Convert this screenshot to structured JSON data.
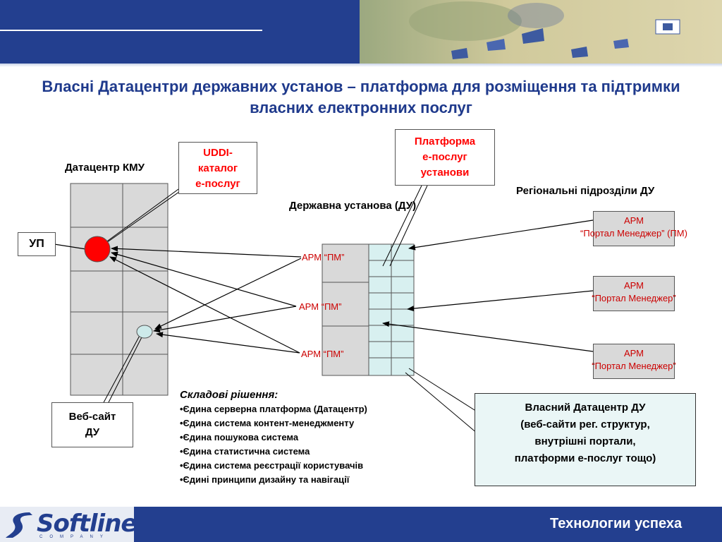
{
  "title": "Власні Датацентри державних установ – платформа для розміщення та підтримки власних електронних послуг",
  "labels": {
    "kmu": "Датацентр КМУ",
    "du": "Державна установа (ДУ)",
    "regional": "Регіональні підрозділи ДУ"
  },
  "boxes": {
    "uddi": [
      "UDDI-",
      "каталог",
      "е-послуг"
    ],
    "platform": [
      "Платформа",
      "е-послуг",
      "установи"
    ],
    "up": "УП",
    "website": [
      "Веб-сайт",
      "ДУ"
    ],
    "own_dc": [
      "Власний Датацентр ДУ",
      "(веб-сайти рег. структур,",
      "внутрішні портали,",
      "платформи е-послуг тощо)"
    ]
  },
  "arm_labels": [
    "АРМ “ПМ”",
    "АРМ “ПМ”",
    "АРМ “ПМ”"
  ],
  "regional_arms": [
    {
      "line1": "АРМ",
      "line2": "“Портал Менеджер” (ПМ)"
    },
    {
      "line1": "АРМ",
      "line2": "“Портал Менеджер”"
    },
    {
      "line1": "АРМ",
      "line2": "“Портал Менеджер”"
    }
  ],
  "composite": {
    "heading": "Складові рішення:",
    "items": [
      "•Єдина серверна платформа (Датацентр)",
      "•Єдина система контент-менеджменту",
      "•Єдина пошукова система",
      "•Єдина статистична система",
      "•Єдина система реєстрації користувачів",
      "•Єдині принципи дизайну та навігації"
    ]
  },
  "footer": {
    "logo": "Softline",
    "logo_sub": "COMPANY",
    "slogan": "Технологии успеха"
  },
  "colors": {
    "brand_blue": "#233f8f",
    "title_blue": "#1f3a8c",
    "red": "#ff0000",
    "grid_gray": "#d9d9d9",
    "cyan": "#d8f0f0"
  }
}
